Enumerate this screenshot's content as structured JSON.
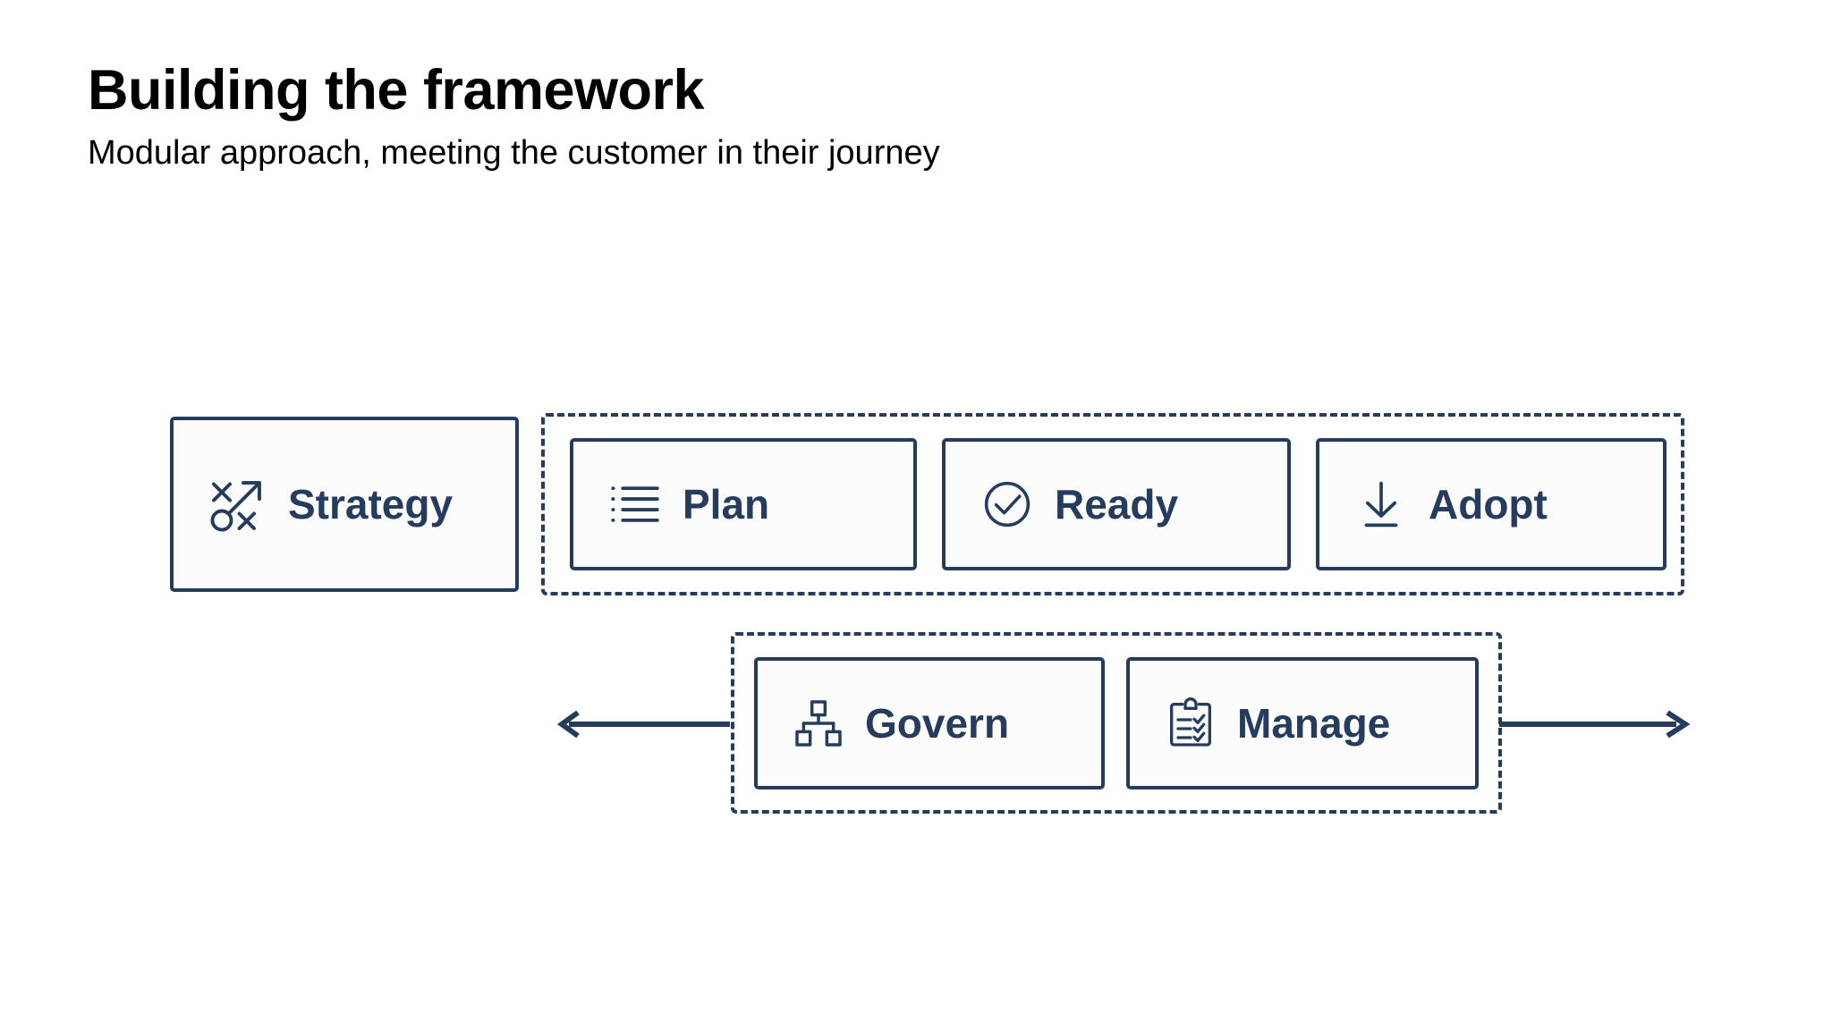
{
  "header": {
    "title": "Building the framework",
    "subtitle": "Modular approach, meeting the customer in their journey"
  },
  "colors": {
    "accent": "#253C5E",
    "title": "#000000",
    "background": "#FFFFFF",
    "card_fill": "#FCFCFD"
  },
  "diagram": {
    "type": "framework-stages",
    "standalone_card": {
      "label": "Strategy",
      "icon": "strategy-icon"
    },
    "top_group": {
      "name": "adoption-phase-group",
      "border_style": "dashed",
      "cards": [
        {
          "label": "Plan",
          "icon": "bulleted-list-icon"
        },
        {
          "label": "Ready",
          "icon": "check-circle-icon"
        },
        {
          "label": "Adopt",
          "icon": "download-arrow-icon"
        }
      ]
    },
    "bottom_group": {
      "name": "operations-phase-group",
      "border_style": "dashed",
      "cards": [
        {
          "label": "Govern",
          "icon": "org-chart-icon"
        },
        {
          "label": "Manage",
          "icon": "clipboard-check-icon"
        }
      ],
      "arrows": [
        {
          "name": "arrow-left",
          "direction": "left"
        },
        {
          "name": "arrow-right",
          "direction": "right"
        }
      ]
    }
  }
}
